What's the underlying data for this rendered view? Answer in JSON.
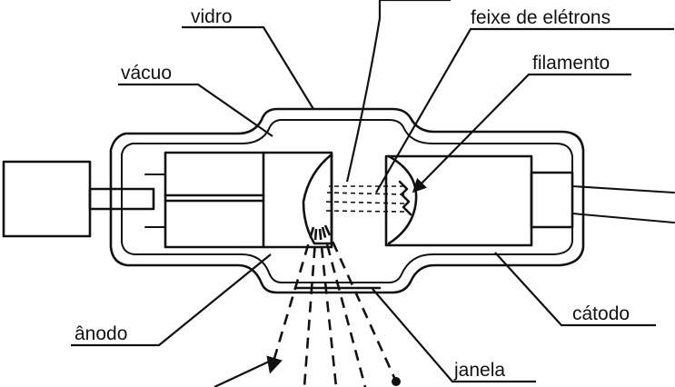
{
  "labels": {
    "vidro": "vidro",
    "feixe": "feixe de elétrons",
    "filamento": "filamento",
    "vacuo": "vácuo",
    "anodo": "ânodo",
    "catodo": "cátodo",
    "janela": "janela"
  }
}
